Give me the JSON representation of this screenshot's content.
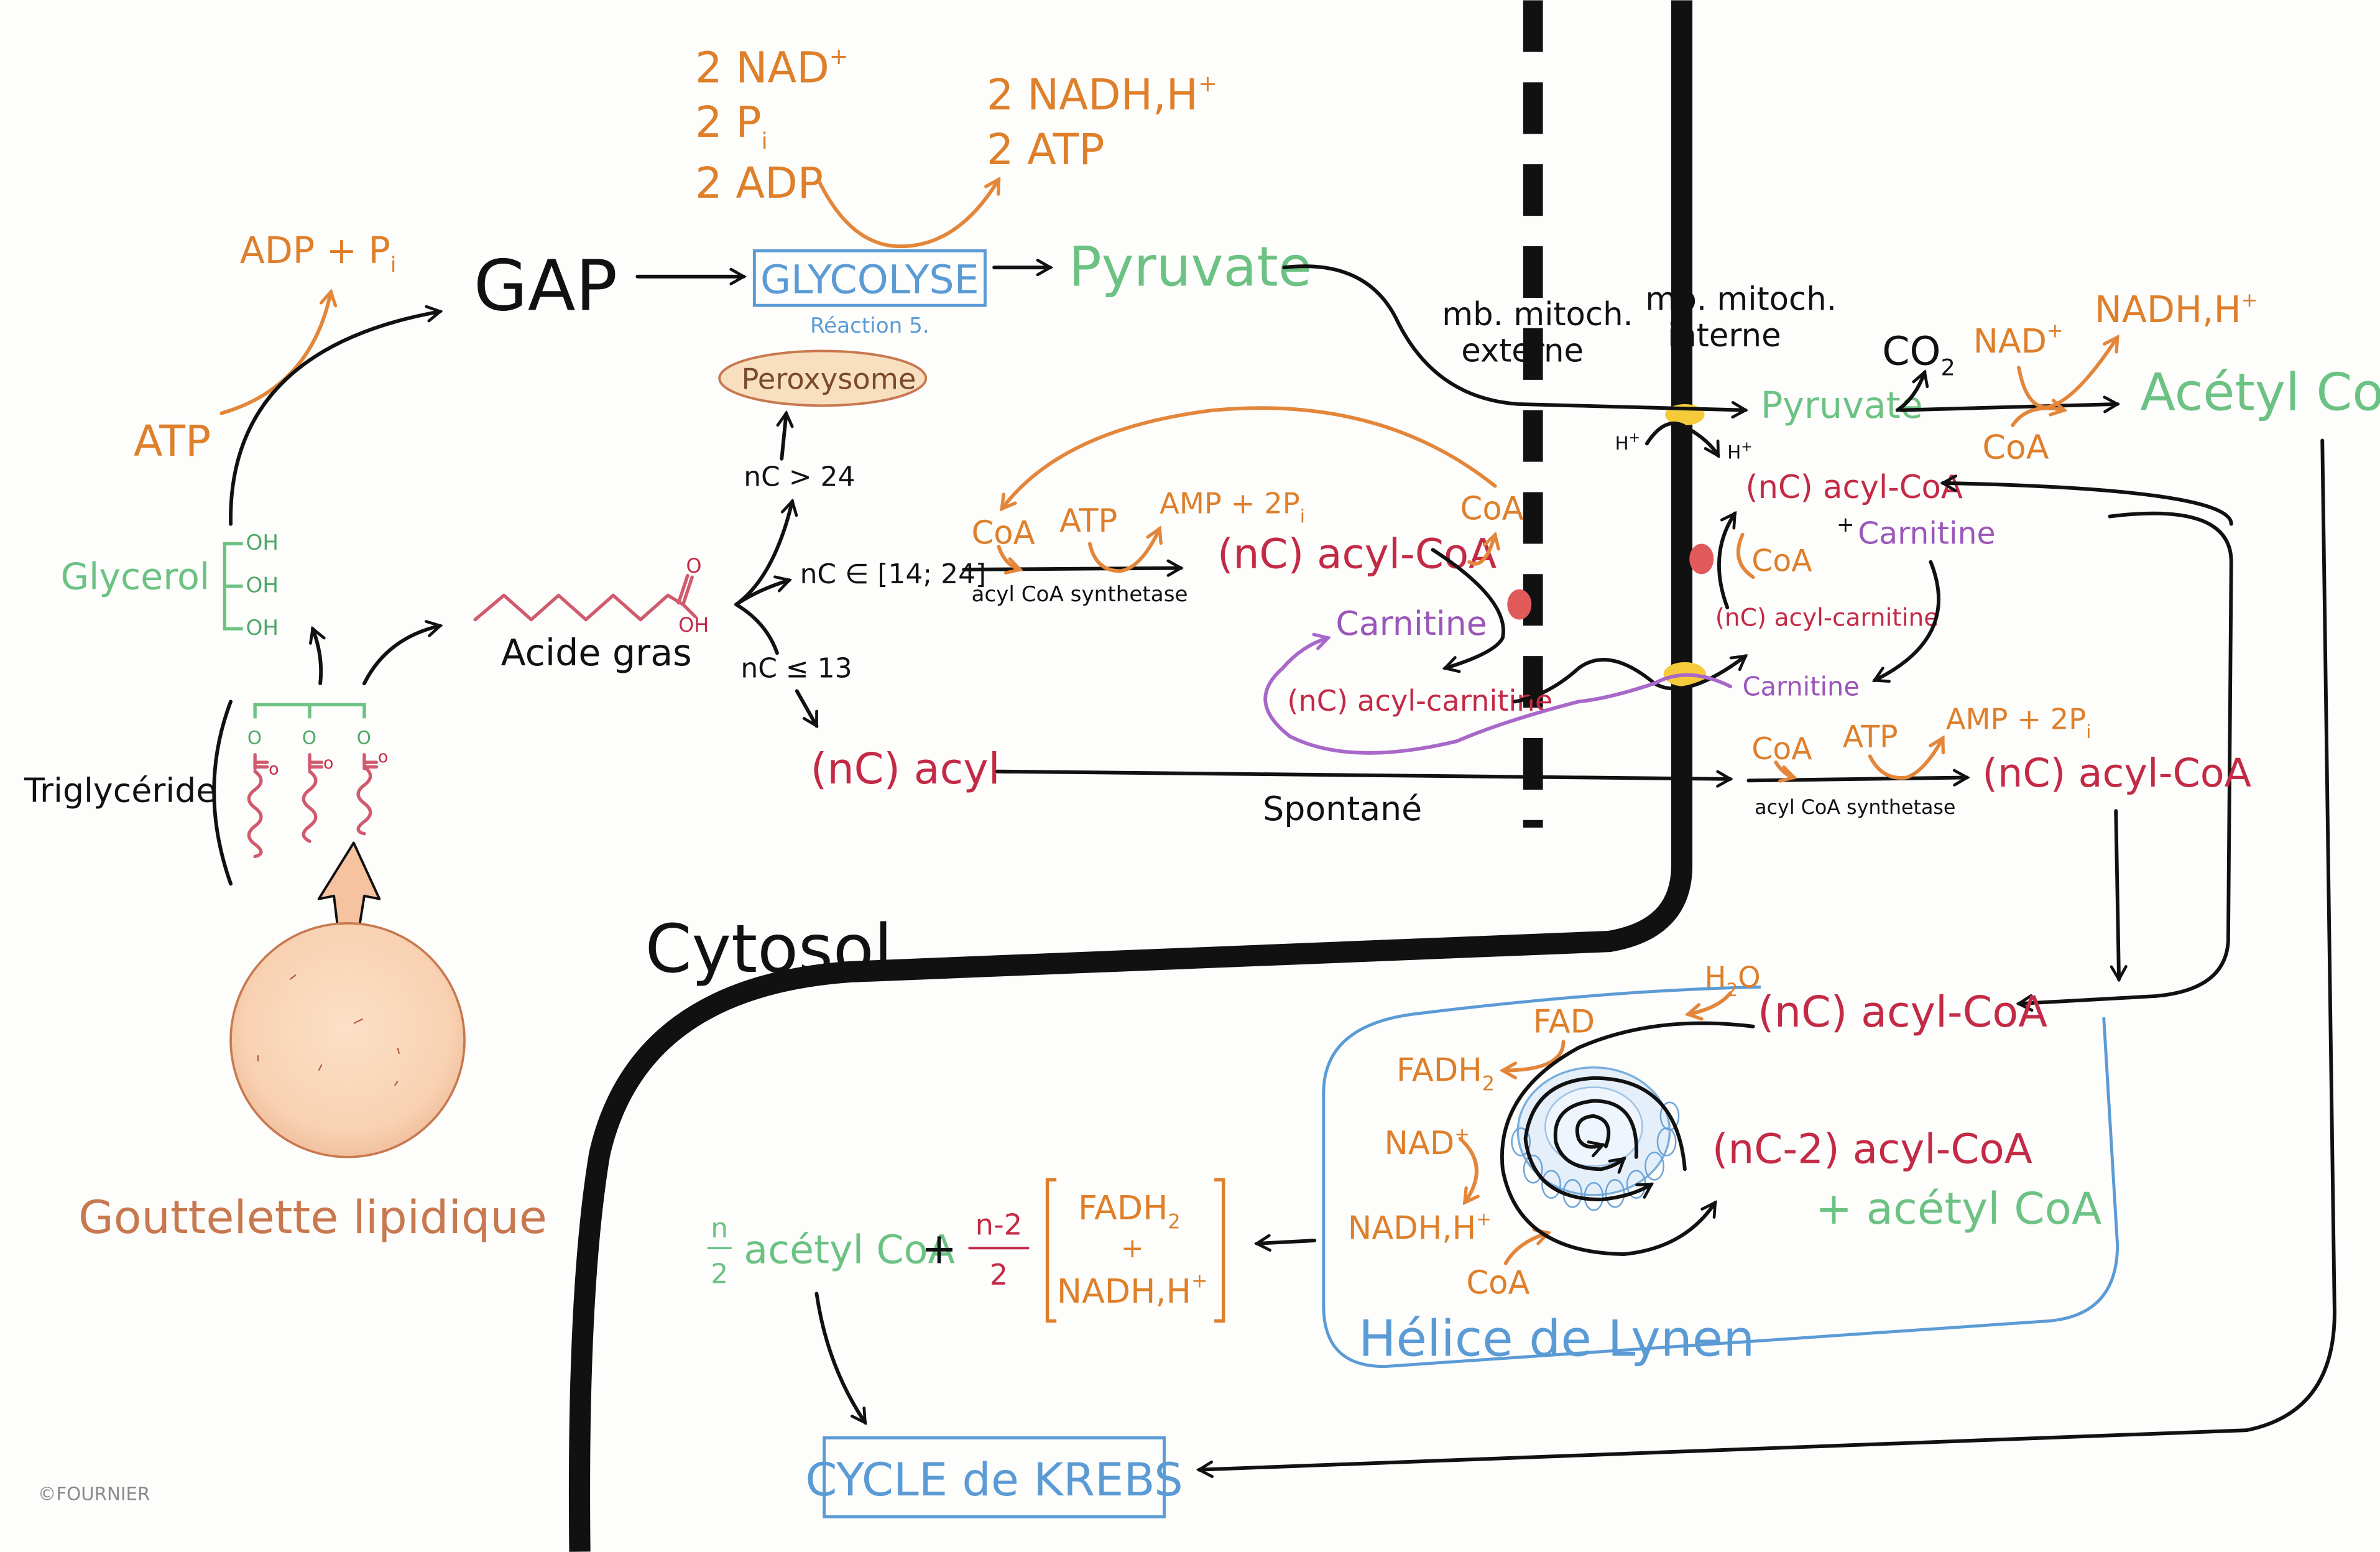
{
  "title": "Dégradation des triglycérides et β-oxydation des acides gras",
  "colors": {
    "black": "#111111",
    "orange": "#de7f2a",
    "green": "#6cc283",
    "red": "#c32a45",
    "purple": "#9a56b8",
    "blue": "#5b9bd5",
    "brown": "#c8784f",
    "yellow_channel": "#f5cb3c",
    "red_enzyme": "#e05a5a",
    "droplet_fill": "#f9d4b5"
  },
  "glycolysis": {
    "inputs": [
      "2 NAD",
      "2 P",
      "2 ADP"
    ],
    "input_sup": "+",
    "input_sub": "i",
    "outputs": [
      "2 NADH,H",
      "2 ATP"
    ],
    "output_sup": "+",
    "box_label": "GLYCOLYSE",
    "reaction_label": "Réaction 5.",
    "product": "Pyruvate"
  },
  "gap": {
    "label": "GAP",
    "atp": "ATP",
    "adp_pi": "ADP + P",
    "pi_sub": "i"
  },
  "glycerol": {
    "label": "Glycerol",
    "oh": [
      "OH",
      "OH",
      "OH"
    ]
  },
  "triglyceride": {
    "label": "Triglycéride",
    "o_labels": [
      "O",
      "O",
      "O"
    ],
    "carbonyl": "o"
  },
  "droplet": {
    "label": "Gouttelette lipidique"
  },
  "fatty_acid": {
    "label": "Acide gras",
    "o": "O",
    "oh": "OH",
    "branches": {
      "long": "nC > 24",
      "medium": "nC ∈ [14; 24]",
      "short": "nC ≤ 13"
    }
  },
  "peroxysome": {
    "label": "Peroxysome"
  },
  "cytosol_activation": {
    "coa": "CoA",
    "atp": "ATP",
    "amp": "AMP + 2P",
    "amp_sub": "i",
    "enzyme": "acyl CoA synthetase",
    "product": "(nC) acyl-CoA",
    "coa_released": "CoA",
    "carnitine": "Carnitine",
    "acyl_carnitine": "(nC) acyl-carnitine"
  },
  "short_chain": {
    "label": "(nC) acyl-",
    "spontaneous": "Spontané"
  },
  "membranes": {
    "outer": [
      "mb. mitoch.",
      "externe"
    ],
    "inner": [
      "mb. mitoch.",
      "interne"
    ]
  },
  "compartment": {
    "cytosol": "Cytosol"
  },
  "matrix_pyruvate": {
    "pyruvate": "Pyruvate",
    "h_in": "H",
    "h_out": "H",
    "h_sup": "+",
    "co2": "CO",
    "co2_sub": "2",
    "nad": "NAD",
    "nadh": "NADH,H",
    "coa": "CoA",
    "acetyl_coa": "Acétyl CoA"
  },
  "matrix_carnitine": {
    "acyl_coa": "(nC) acyl-CoA",
    "plus": "+",
    "carnitine": "Carnitine",
    "coa": "CoA",
    "acyl_carnitine": "(nC) acyl-carnitine",
    "carnitine_return": "Carnitine"
  },
  "matrix_activation": {
    "coa": "CoA",
    "atp": "ATP",
    "amp": "AMP + 2P",
    "amp_sub": "i",
    "enzyme": "acyl CoA synthetase",
    "product": "(nC) acyl-CoA"
  },
  "lynen": {
    "title": "Hélice de Lynen",
    "h2o": "H",
    "h2o_sub": "2",
    "h2o_o": "O",
    "fad": "FAD",
    "fadh2": "FADH",
    "fadh2_sub": "2",
    "nad": "NAD",
    "nad_sup": "+",
    "nadh": "NADH,H",
    "nadh_sup": "+",
    "coa": "CoA",
    "input": "(nC) acyl-CoA",
    "output": "(nC-2) acyl-CoA",
    "output_acetyl": "+ acétyl CoA"
  },
  "summary": {
    "frac1_num": "n",
    "frac1_den": "2",
    "acetyl": "acétyl CoA",
    "plus": "+",
    "frac2_num": "n-2",
    "frac2_den": "2",
    "fadh2": "FADH",
    "fadh2_sub": "2",
    "inner_plus": "+",
    "nadh": "NADH,H",
    "nadh_sup": "+"
  },
  "krebs": {
    "label": "CYCLE de KREBS"
  },
  "copyright": "©FOURNIER"
}
